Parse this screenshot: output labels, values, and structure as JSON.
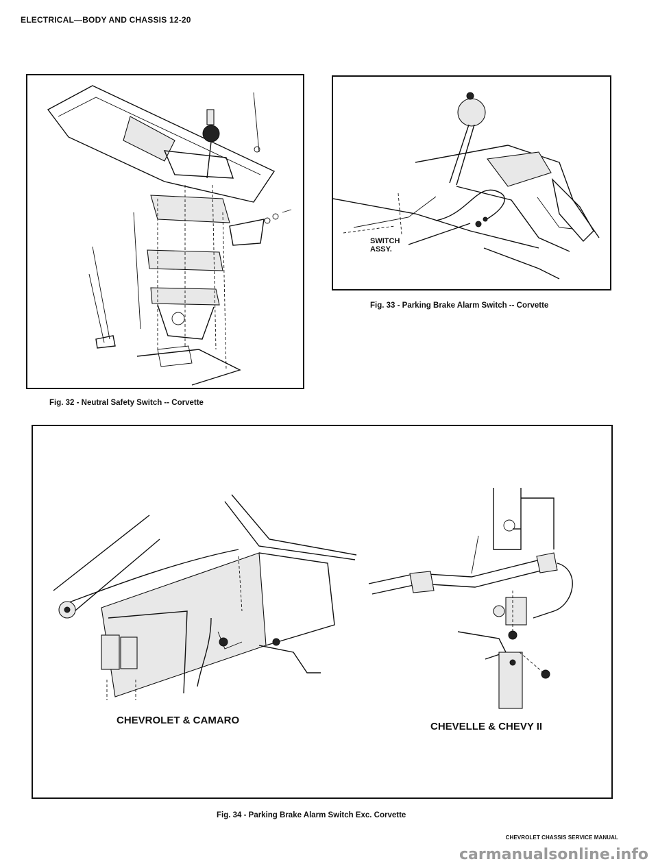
{
  "header": {
    "title": "ELECTRICAL—BODY AND CHASSIS 12-20"
  },
  "figures": {
    "fig32": {
      "caption": "Fig. 32 - Neutral Safety Switch -- Corvette"
    },
    "fig33": {
      "caption": "Fig. 33 - Parking Brake Alarm Switch -- Corvette",
      "callout_line1": "SWITCH",
      "callout_line2": "ASSY."
    },
    "fig34": {
      "caption": "Fig. 34 - Parking Brake Alarm Switch Exc. Corvette",
      "left_label": "CHEVROLET & CAMARO",
      "right_label": "CHEVELLE & CHEVY II"
    }
  },
  "footer": {
    "text": "CHEVROLET CHASSIS SERVICE MANUAL"
  },
  "watermark": {
    "text": "carmanualsonline.info"
  }
}
